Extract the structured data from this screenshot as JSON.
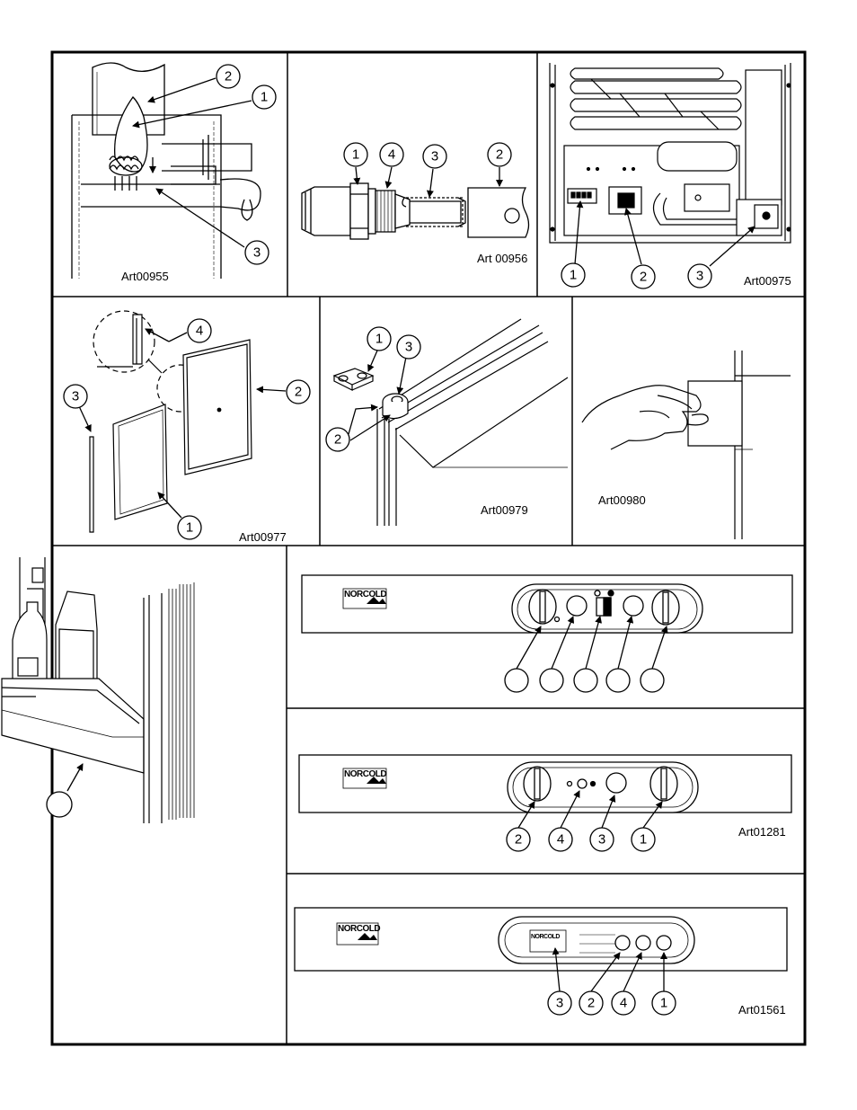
{
  "panels": {
    "burner": {
      "art_id": "Art00955",
      "callouts": [
        "2",
        "1",
        "3"
      ]
    },
    "fitting": {
      "art_id": "Art 00956",
      "callouts": [
        "1",
        "4",
        "3",
        "2"
      ]
    },
    "rear": {
      "art_id": "Art00975",
      "callouts": [
        "1",
        "2",
        "3"
      ]
    },
    "door_panels": {
      "art_id": "Art00977",
      "callouts": [
        "4",
        "2",
        "3",
        "1"
      ]
    },
    "door_hinge": {
      "art_id": "Art00979",
      "callouts": [
        "1",
        "3",
        "2"
      ]
    },
    "door_latch": {
      "art_id": "Art00980"
    },
    "door_shelf": {
      "callouts": [
        ""
      ]
    },
    "control_panel_1": {
      "brand": "NORCOLD",
      "callouts": [
        "",
        "",
        "",
        "",
        ""
      ]
    },
    "control_panel_2": {
      "brand": "NORCOLD",
      "art_id": "Art01281",
      "callouts": [
        "2",
        "4",
        "3",
        "1"
      ]
    },
    "control_panel_3": {
      "brand": "NORCOLD",
      "art_id": "Art01561",
      "callouts": [
        "3",
        "2",
        "4",
        "1"
      ]
    }
  },
  "icons": [
    "flame-icon",
    "hand-icon",
    "knob-icon",
    "logo-mark"
  ]
}
